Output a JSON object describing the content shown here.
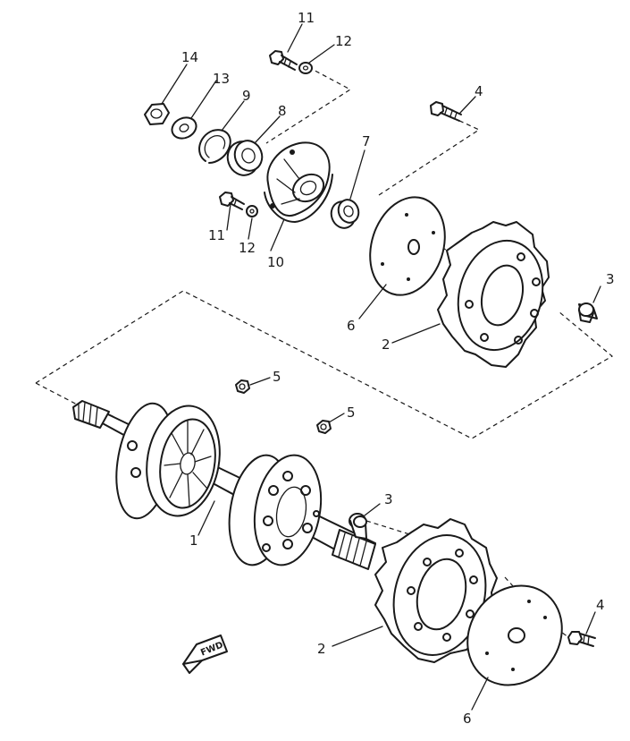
{
  "parts": {
    "p1": "1",
    "p2": "2",
    "p3": "3",
    "p4": "4",
    "p5": "5",
    "p6": "6",
    "p7": "7",
    "p8": "8",
    "p9": "9",
    "p10": "10",
    "p11": "11",
    "p12": "12",
    "p13": "13",
    "p14": "14"
  },
  "fwd_arrow": {
    "label": "FWD"
  }
}
